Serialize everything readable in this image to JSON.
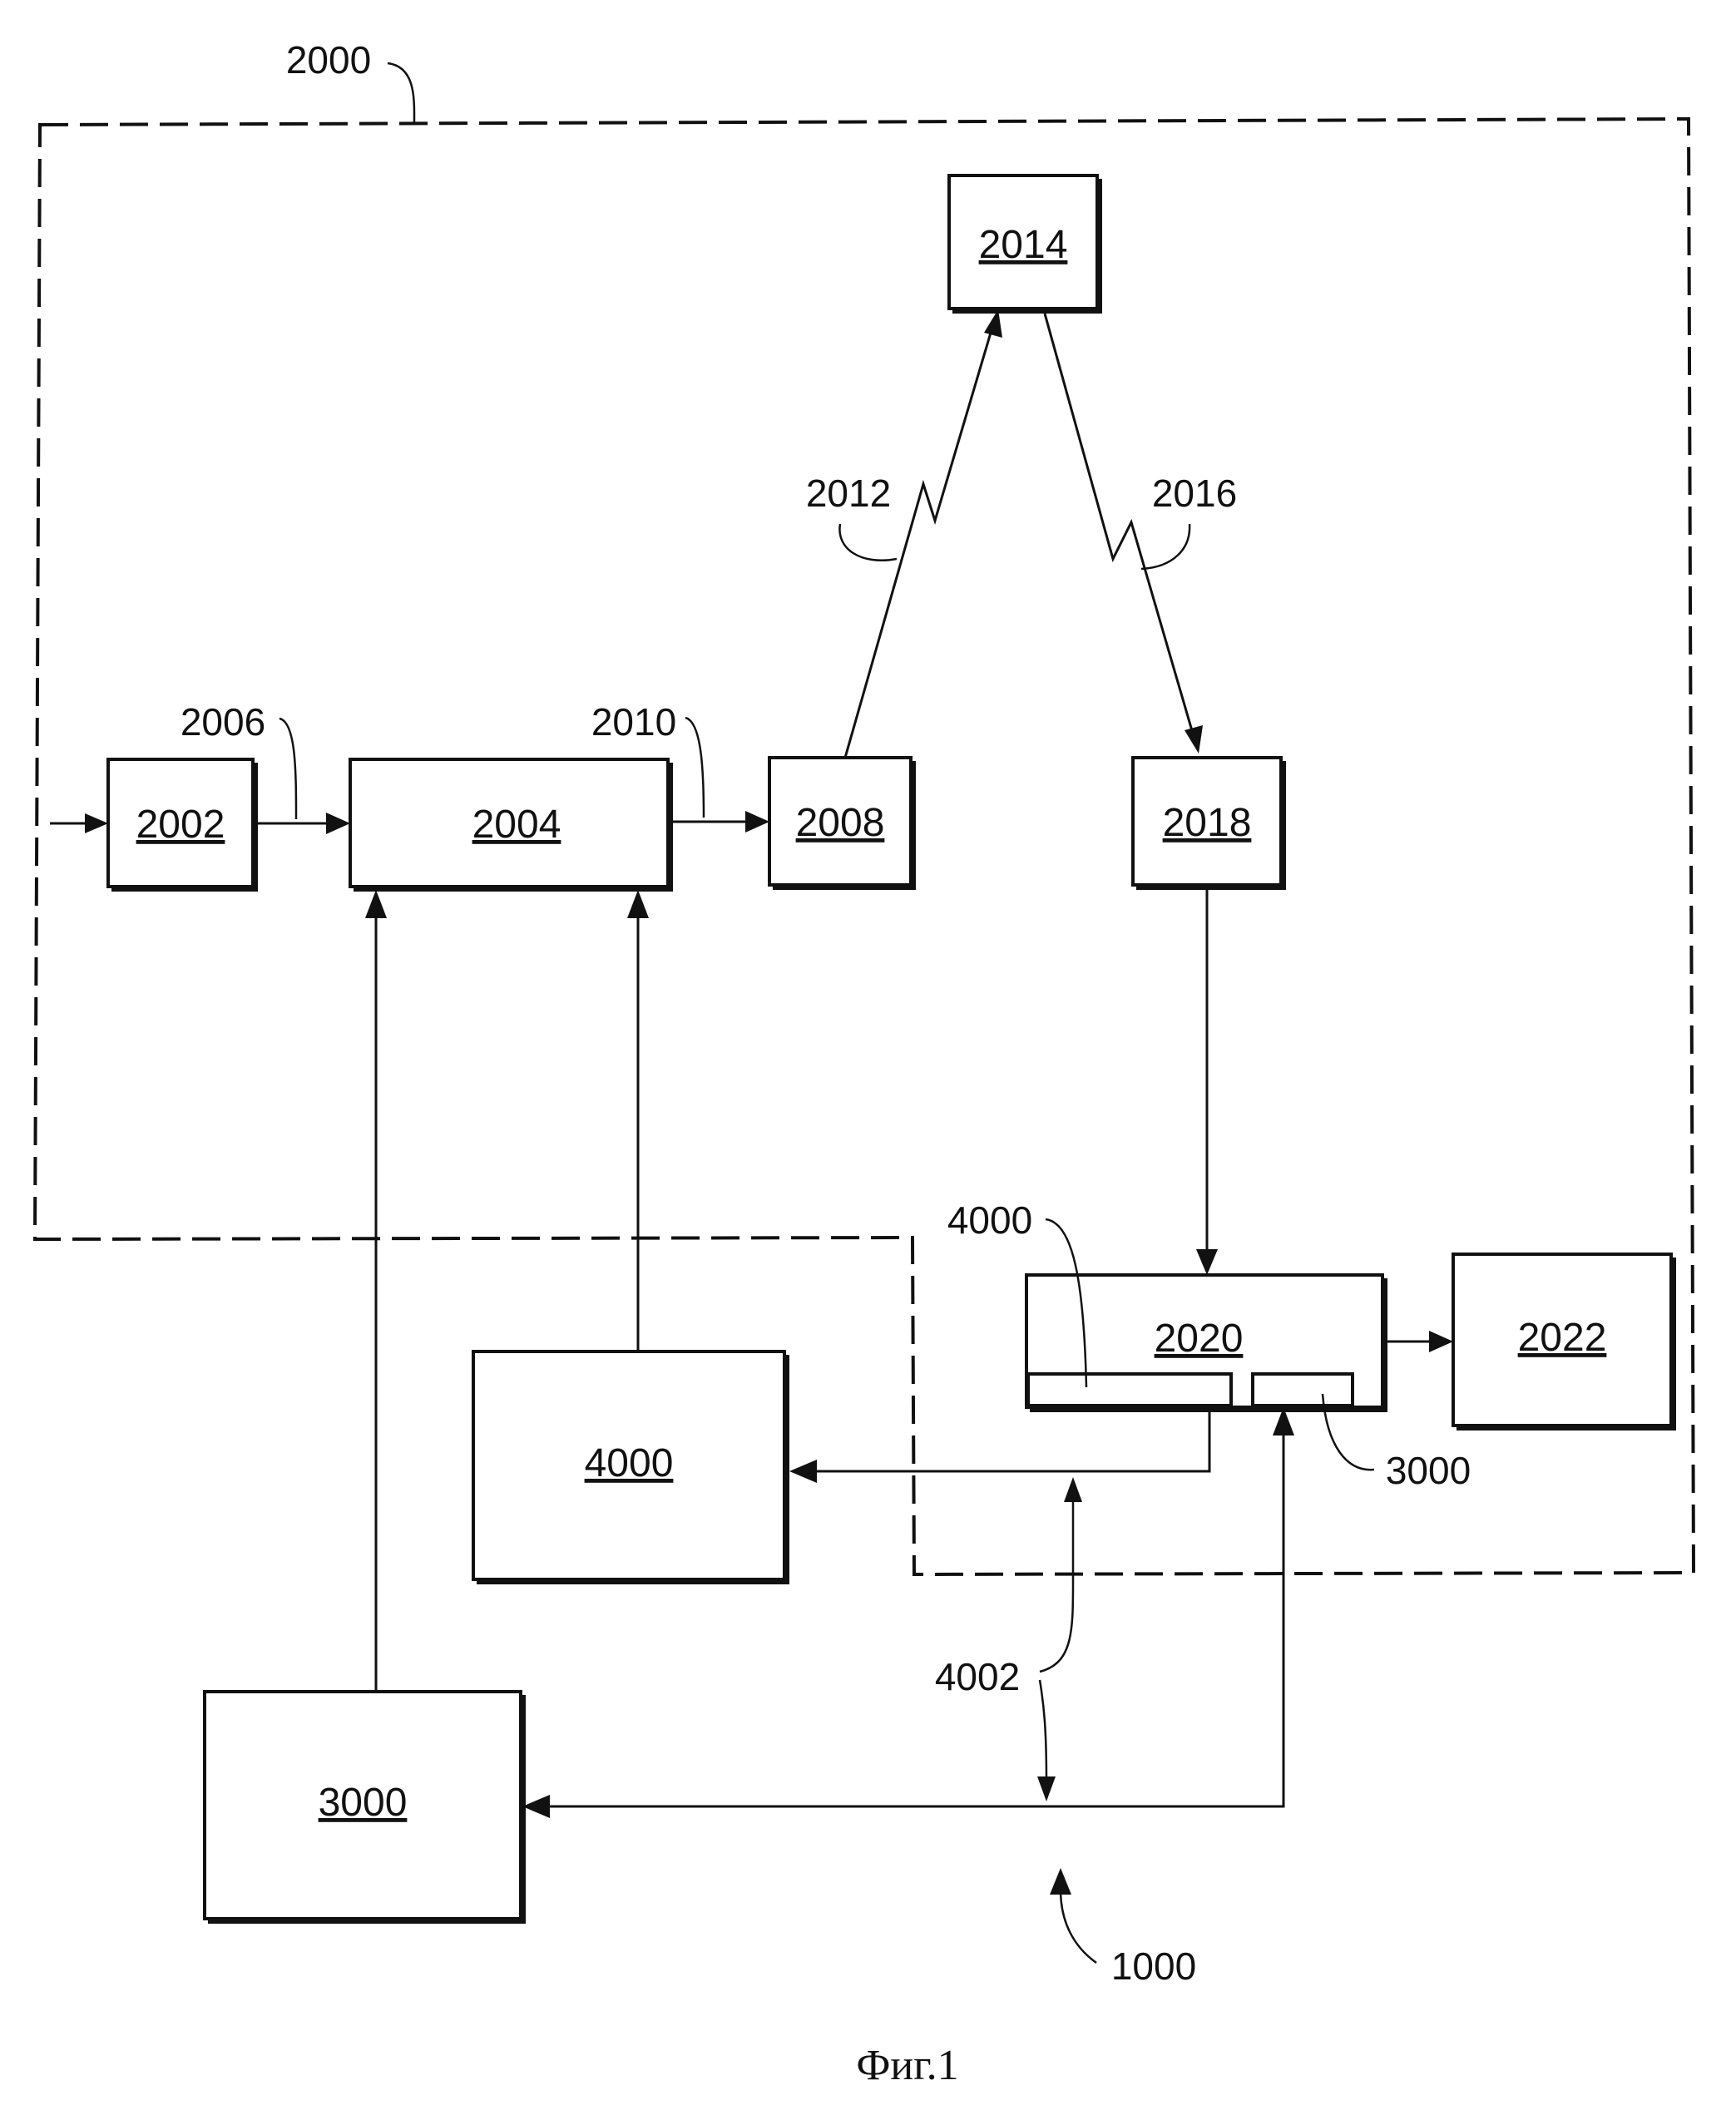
{
  "boxes": {
    "b2002": "2002",
    "b2004": "2004",
    "b2008": "2008",
    "b2014": "2014",
    "b2018": "2018",
    "b2020": "2020",
    "b2022": "2022",
    "b4000": "4000",
    "b3000": "3000"
  },
  "refs": {
    "r2000": "2000",
    "r2006": "2006",
    "r2010": "2010",
    "r2012": "2012",
    "r2016": "2016",
    "r4000": "4000",
    "r3000": "3000",
    "r4002": "4002",
    "r1000": "1000"
  },
  "caption": "Фиг.1"
}
